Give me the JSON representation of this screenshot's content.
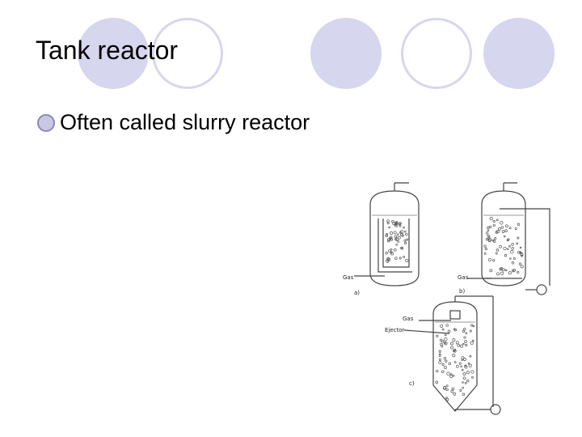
{
  "slide": {
    "title": "Tank reactor",
    "bullets": [
      {
        "text": "Often called slurry reactor"
      }
    ]
  },
  "figure": {
    "labels": {
      "gas_a": "Gas",
      "gas_b": "Gas",
      "gas_c": "Gas",
      "ejector": "Ejector",
      "caption_a": "a)",
      "caption_b": "b)",
      "caption_c": "c)"
    }
  },
  "colors": {
    "accent_circle": "#d6d6ee",
    "bullet": "#c8c8e4"
  }
}
